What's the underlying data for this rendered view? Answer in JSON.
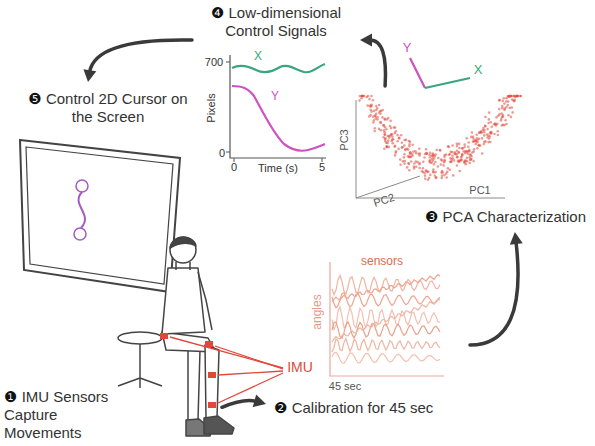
{
  "diagram": {
    "nodes": [
      {
        "text": [
          "❶",
          "IMU Sensors Capture Movements"
        ]
      },
      {
        "text": [
          "❷",
          "Calibration for 45 sec"
        ]
      },
      {
        "text": [
          "❸",
          "PCA Characterization"
        ]
      },
      {
        "text": [
          "❹",
          "Low-dimensional Control Signals"
        ]
      },
      {
        "text": [
          "❺",
          "Control 2D Cursor on the Screen"
        ]
      }
    ],
    "edges": [
      {
        "from": 0,
        "to": 1,
        "arrow": "to"
      },
      {
        "from": 1,
        "to": 2,
        "arrow": "to"
      },
      {
        "from": 2,
        "to": 3,
        "arrow": "to"
      },
      {
        "from": 3,
        "to": 4,
        "arrow": "to"
      }
    ],
    "labels": [
      "700",
      "0",
      "0",
      "5",
      "Time (s)",
      "Pixels",
      "X",
      "Y",
      "Y",
      "X",
      "PC3",
      "PC2",
      "PC1",
      "sensors",
      "angles",
      "45 sec",
      "IMU"
    ]
  }
}
